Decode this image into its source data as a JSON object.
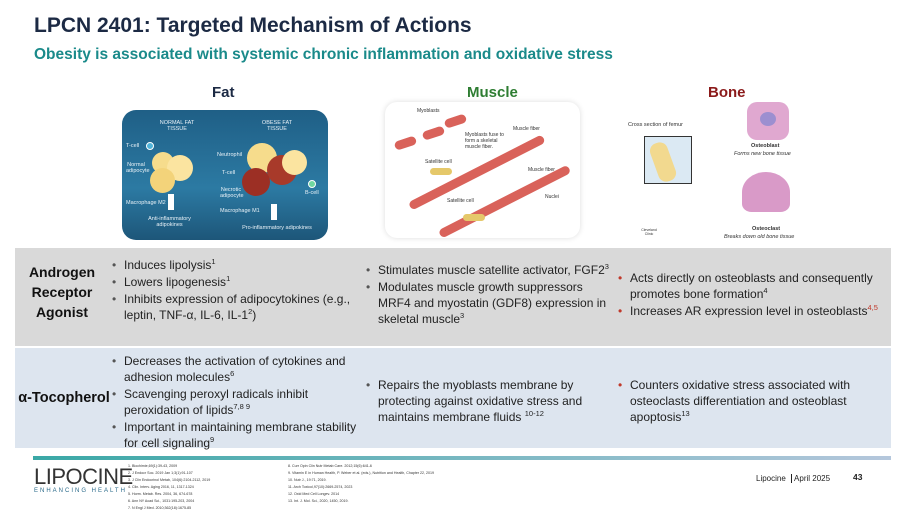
{
  "header": {
    "title": "LPCN 2401: Targeted Mechanism of Actions",
    "subtitle": "Obesity is associated with systemic chronic inflammation and oxidative stress"
  },
  "columns": {
    "fat": "Fat",
    "muscle": "Muscle",
    "bone": "Bone"
  },
  "colors": {
    "fat": "#1c2a44",
    "muscle": "#2e7d32",
    "bone": "#8b1a1a",
    "accent": "#1a8a8a"
  },
  "fat_image": {
    "normal": "NORMAL FAT TISSUE",
    "obese": "OBESE FAT TISSUE",
    "t_cell": "T-cell",
    "normal_adipocyte": "Normal adipocyte",
    "macrophage_m2": "Macrophage M2",
    "anti": "Anti-inflammatory adipokines",
    "neutrophil": "Neutrophil",
    "t_cell2": "T-cell",
    "necrotic": "Necrotic adipocyte",
    "b_cell": "B-cell",
    "macrophage_m1": "Macrophage M1",
    "pro": "Pro-inflammatory adipokines"
  },
  "muscle_image": {
    "myoblasts": "Myoblasts",
    "fuse": "Myoblasts fuse to form a skeletal muscle fiber.",
    "fiber1": "Muscle fiber",
    "satellite1": "Satellite cell",
    "fiber2": "Muscle fiber",
    "nuclei": "Nuclei",
    "satellite2": "Satellite cell"
  },
  "bone_image": {
    "cross": "Cross section of femur",
    "osteoblast": "Osteoblast",
    "osteoblast_desc": "Forms new bone tissue",
    "osteoclast": "Osteoclast",
    "osteoclast_desc": "Breaks down old bone tissue",
    "credit": "Cleveland Clinic"
  },
  "rows": [
    {
      "label": [
        "Androgen",
        "Receptor",
        "Agonist"
      ],
      "fat": [
        {
          "text": "Induces lipolysis",
          "sup": "1"
        },
        {
          "text": "Lowers lipogenesis",
          "sup": "1"
        },
        {
          "text": "Inhibits expression of adipocytokines (e.g., leptin, TNF-α, IL-6, IL-1",
          "sup": "2",
          "tail": ")"
        }
      ],
      "muscle": [
        {
          "text": "Stimulates muscle satellite activator, FGF2",
          "sup": "3"
        },
        {
          "text": "Modulates muscle growth suppressors MRF4 and myostatin (GDF8) expression in skeletal muscle",
          "sup": "3"
        }
      ],
      "bone": [
        {
          "text": "Acts directly on osteoblasts and consequently promotes bone formation",
          "sup": "4"
        },
        {
          "text": "Increases AR expression level in osteoblasts",
          "sup": "4,5"
        }
      ]
    },
    {
      "label": [
        "α-Tocopherol"
      ],
      "fat": [
        {
          "text": "Decreases the activation of cytokines and adhesion molecules",
          "sup": "6"
        },
        {
          "text": "Scavenging peroxyl radicals inhibit peroxidation of lipids",
          "sup": "7,8 9"
        },
        {
          "text": "Important in maintaining membrane stability for cell signaling",
          "sup": "9"
        }
      ],
      "muscle": [
        {
          "text": "Repairs the myoblasts membrane by protecting against oxidative stress and maintains membrane fluids ",
          "sup": "10-12"
        }
      ],
      "bone": [
        {
          "text": "Counters oxidative stress associated with osteoclasts differentiation and osteoblast apoptosis",
          "sup": "13"
        }
      ]
    }
  ],
  "footer": {
    "logo_name": "LIPOCINE",
    "logo_tag": "ENHANCING HEALTH",
    "refs_left": [
      "1. Biochimie,69(1):39-43, 2009",
      "2. J Endocr Soc. 2019 Jan 1;3(1):91-107",
      "3. J Clin Endocrinol Metab, 104(6):2104-2112, 2019",
      "4. Clin. Interv. Aging 2016, 11, 1317-1324",
      "5. Horm. Metab. Res. 2004, 36, 674-678",
      "6. Ann NY Acad Sci., 1031:195-203, 2004",
      "7. N Engl J Med. 2010;362(18):1675-85"
    ],
    "refs_right": [
      "8. Curr Opin Clin Nutr Metab Care. 2012;15(6):641-6",
      "9. Vitamin E in Human Health, P. Weber et al. (eds.), Nutrition and Health, Chapter 22, 2019",
      "10. Nutr J., 19:71, 2019.",
      "11. Arch Toxicol,97(10):2669-2574, 2023",
      "12. Oxid Med Cell Longev. 2014",
      "13. Int. J. Mol. Sci., 2020, 1450, 2019."
    ],
    "company": "Lipocine",
    "date": "April 2025",
    "page": "43"
  }
}
